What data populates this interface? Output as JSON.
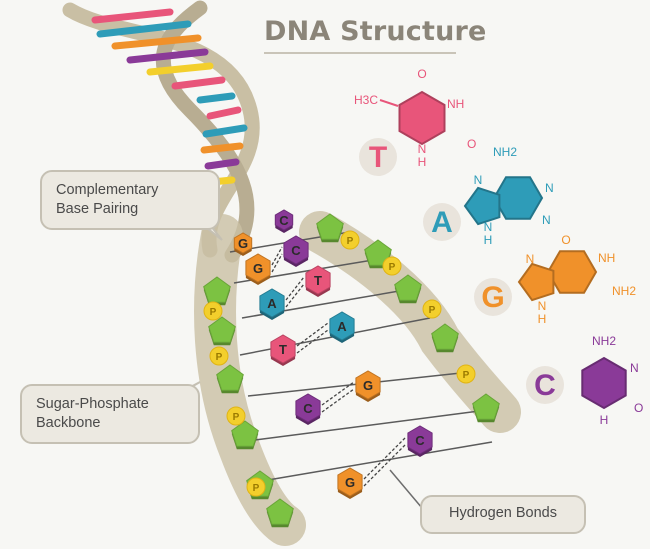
{
  "title": "DNA Structure",
  "callouts": {
    "complementary": [
      "Complementary",
      "Base Pairing"
    ],
    "backbone": [
      "Sugar-Phosphate",
      "Backbone"
    ],
    "hydrogen": "Hydrogen Bonds"
  },
  "bases": {
    "T": {
      "letter": "T",
      "color": "#e8557a",
      "atoms": {
        "methyl": "H3C",
        "o1": "O",
        "nh": "NH",
        "o2": "O",
        "n": "N",
        "h": "H"
      }
    },
    "A": {
      "letter": "A",
      "color": "#2e9cb8",
      "atoms": {
        "nh2": "NH2",
        "n1": "N",
        "n2": "N",
        "n3": "N",
        "n4": "N",
        "h": "H"
      }
    },
    "G": {
      "letter": "G",
      "color": "#f0912a",
      "atoms": {
        "o": "O",
        "nh": "NH",
        "nh2": "NH2",
        "n1": "N",
        "n2": "N",
        "h": "H"
      }
    },
    "C": {
      "letter": "C",
      "color": "#8a3a98",
      "atoms": {
        "nh2": "NH2",
        "n": "N",
        "o": "O",
        "h": "H"
      }
    }
  },
  "pairs": [
    {
      "left": "G",
      "right": "C"
    },
    {
      "left": "A",
      "right": "T"
    },
    {
      "left": "T",
      "right": "A"
    },
    {
      "left": "C",
      "right": "G"
    },
    {
      "left": "G",
      "right": "C"
    }
  ],
  "phosphate_label": "P",
  "colors": {
    "backbone": "#c9bfa4",
    "sugar": "#7cc242",
    "phosphate": "#f3cf2c",
    "title": "#8b8579"
  }
}
